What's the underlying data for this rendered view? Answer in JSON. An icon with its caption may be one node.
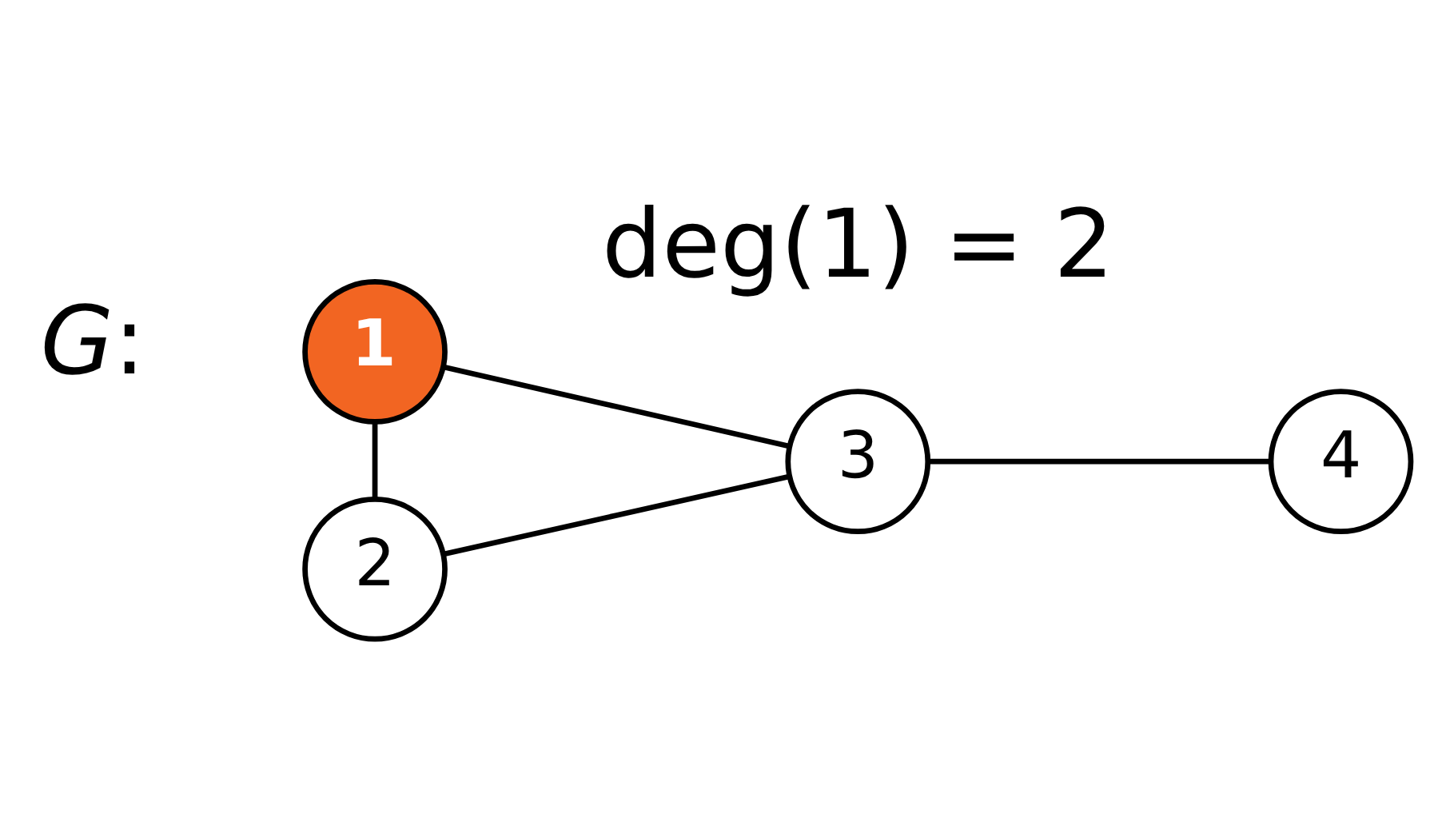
{
  "diagram": {
    "nodes": [
      {
        "text": [
          "1"
        ]
      },
      {
        "text": [
          "2"
        ]
      },
      {
        "text": [
          "3"
        ]
      },
      {
        "text": [
          "4"
        ]
      }
    ],
    "edges": [
      {
        "from": 0,
        "to": 1,
        "arrow": "none"
      },
      {
        "from": 0,
        "to": 2,
        "arrow": "none"
      },
      {
        "from": 1,
        "to": 2,
        "arrow": "none"
      },
      {
        "from": 2,
        "to": 3,
        "arrow": "none"
      }
    ],
    "labels": [
      "G:",
      "deg(1) = 2"
    ]
  }
}
